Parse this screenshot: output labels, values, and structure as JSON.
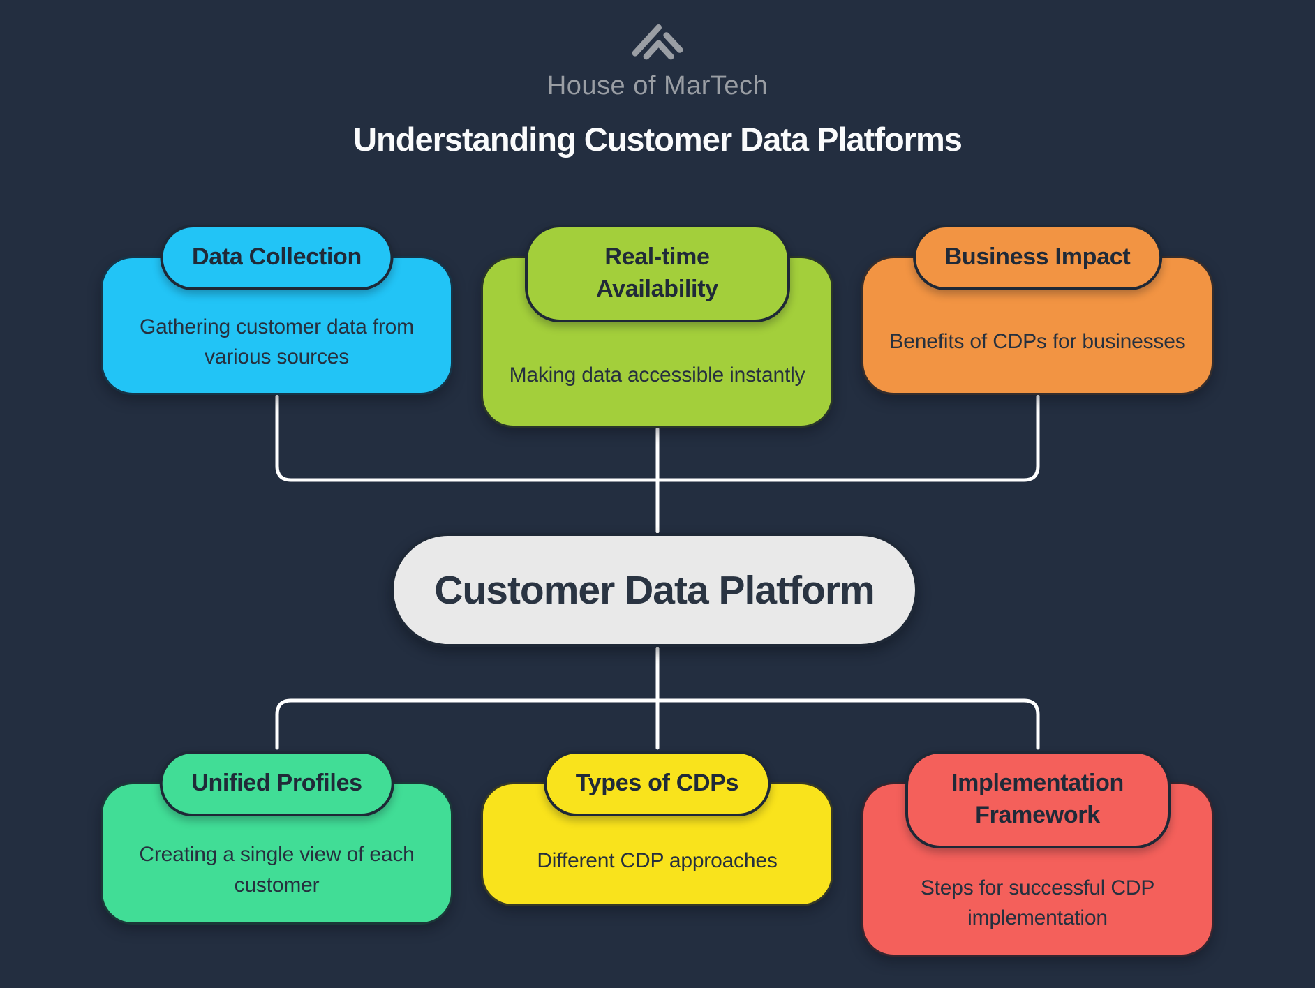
{
  "brand": {
    "name": "House of MarTech",
    "icon": "chevron-arrow-logo"
  },
  "title": "Understanding Customer Data Platforms",
  "center_node": {
    "label": "Customer Data Platform"
  },
  "top_nodes": [
    {
      "id": "data-collection",
      "label": "Data Collection",
      "description": "Gathering customer data from various sources",
      "color": "#22C4F6"
    },
    {
      "id": "real-time-availability",
      "label": "Real-time Availability",
      "description": "Making data accessible instantly",
      "color": "#A3CF3B"
    },
    {
      "id": "business-impact",
      "label": "Business Impact",
      "description": "Benefits of CDPs for businesses",
      "color": "#F29443"
    }
  ],
  "bottom_nodes": [
    {
      "id": "unified-profiles",
      "label": "Unified Profiles",
      "description": "Creating a single view of each customer",
      "color": "#41DD96"
    },
    {
      "id": "types-of-cdps",
      "label": "Types of CDPs",
      "description": "Different CDP approaches",
      "color": "#F9E31C"
    },
    {
      "id": "implementation-framework",
      "label": "Implementation Framework",
      "description": "Steps for successful CDP implementation",
      "color": "#F4605B"
    }
  ],
  "colors": {
    "background": "#232E40",
    "ink": "#222B38",
    "connector": "#FFFFFF",
    "center_fill": "#E9E9E9",
    "logo_gray": "#9A9EA4"
  }
}
